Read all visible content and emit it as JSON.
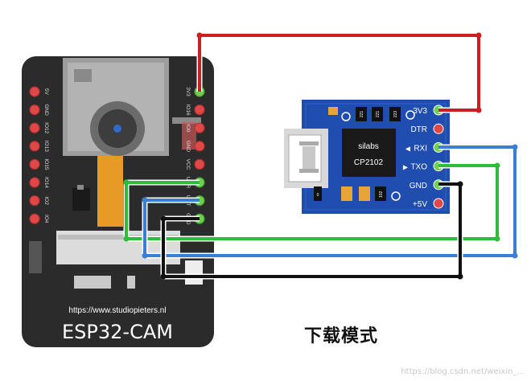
{
  "esp32": {
    "url": "https://www.studiopieters.nl",
    "name": "ESP32-CAM",
    "left_pins": [
      "5V",
      "GND",
      "IO12",
      "IO13",
      "IO15",
      "IO14",
      "IO2",
      "IO4"
    ],
    "right_pins": [
      "3V3",
      "IO16",
      "IO0",
      "GND",
      "VCC",
      "UOR",
      "UOT",
      "GND"
    ]
  },
  "cp2102": {
    "brand": "silabs",
    "model": "CP2102",
    "pins": [
      "3V3",
      "DTR",
      "RXI",
      "TXO",
      "GND",
      "+5V"
    ],
    "chip_labels": [
      "221",
      "221",
      "223",
      "0",
      "102"
    ]
  },
  "caption": "下载模式",
  "watermark": "https://blog.csdn.net/weixin_...",
  "wire_colors": {
    "power": "#cc1f1f",
    "tx_rx": "#2fbb3b",
    "rx_tx": "#3a7fd1",
    "ground": "#111111"
  }
}
